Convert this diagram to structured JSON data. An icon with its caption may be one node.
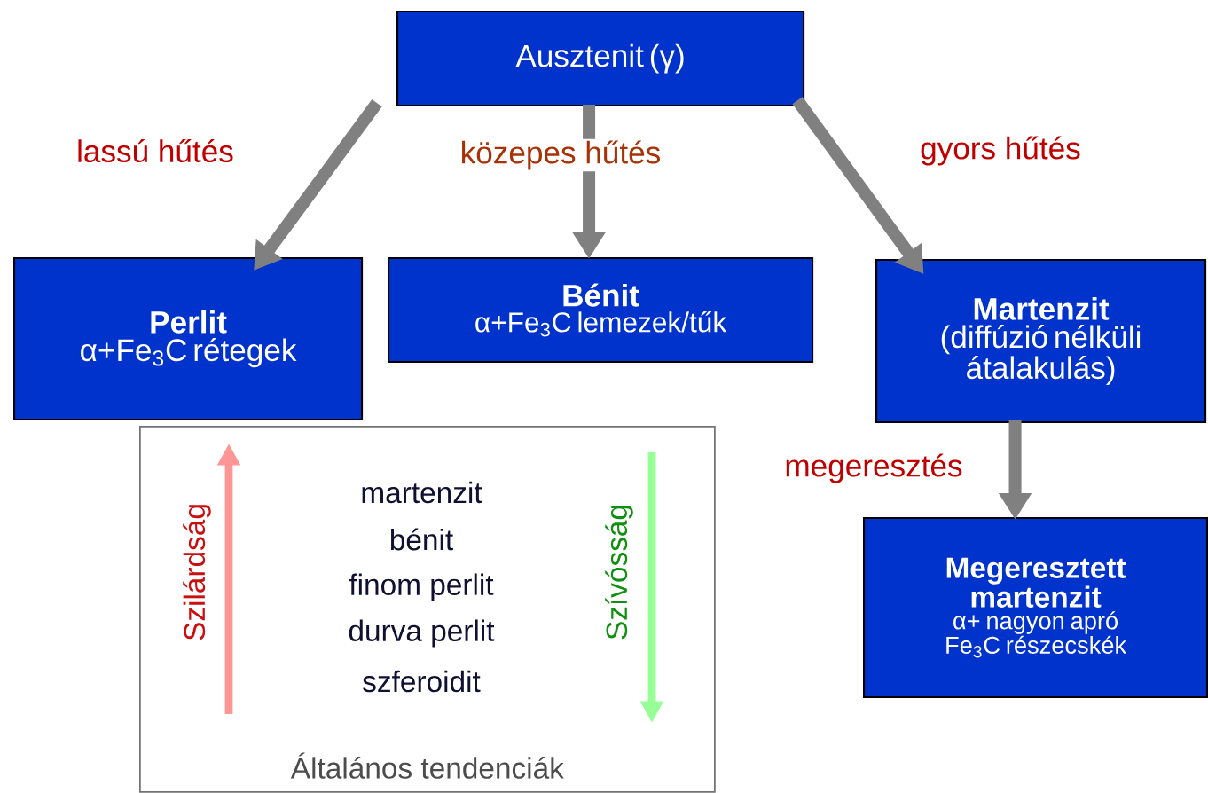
{
  "diagram": {
    "nodes": [
      {
        "text": [
          "Ausztenit (γ)"
        ]
      },
      {
        "text": [
          "Perlit",
          "α+Fe$_{3}$C rétegek"
        ]
      },
      {
        "text": [
          "Bénit",
          "α+Fe$_{3}$C lemezek/tűk"
        ]
      },
      {
        "text": [
          "Martenzit",
          "(diffúzió nélküli átalakulás)"
        ]
      },
      {
        "text": [
          "Megeresztett martenzit",
          "α+ nagyon apró Fe$_{3}$C részecskék"
        ]
      },
      {
        "text": [
          "Általános tendenciák"
        ]
      }
    ],
    "edges": [
      {
        "from": 0,
        "to": 1,
        "arrow": "to",
        "label": "lassú hűtés"
      },
      {
        "from": 0,
        "to": 2,
        "arrow": "to",
        "label": "közepes hűtés"
      },
      {
        "from": 0,
        "to": 3,
        "arrow": "to",
        "label": "gyors hűtés"
      },
      {
        "from": 3,
        "to": 4,
        "arrow": "to",
        "label": "megeresztés"
      }
    ],
    "labels": [
      "Szilárdság",
      "martenzit",
      "bénit",
      "finom perlit",
      "durva perlit",
      "szferoidit",
      "Szívósság"
    ]
  }
}
